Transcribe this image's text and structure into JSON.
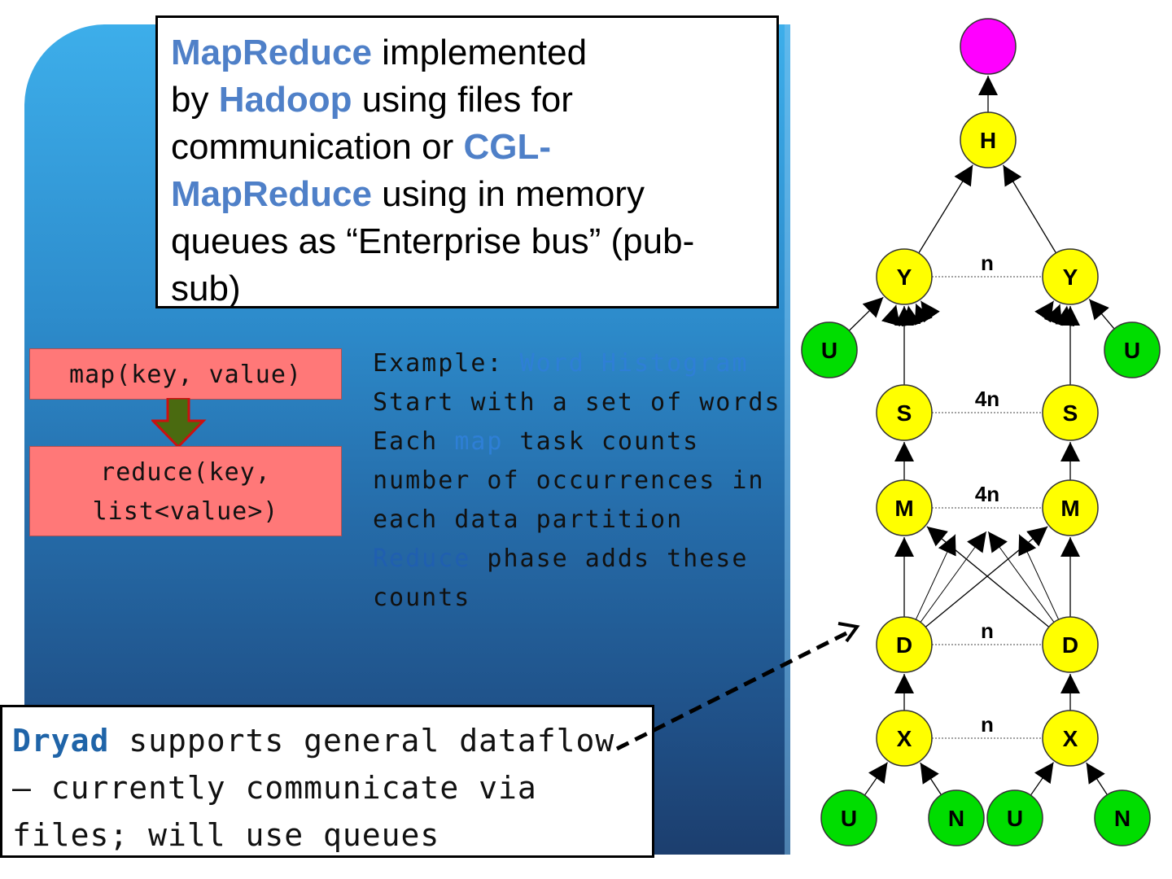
{
  "title_box": {
    "t1": "MapReduce",
    "t2": " implemented",
    "t3": "by ",
    "t4": "Hadoop",
    "t5": " using files for",
    "t6": "communication or ",
    "t7": "CGL-",
    "t8": "MapReduce",
    "t9": " using in memory",
    "t10": "queues as “Enterprise bus” (pub-",
    "t11": "sub)"
  },
  "functions": {
    "map": "map(key, value)",
    "reduce_line1": "reduce(key,",
    "reduce_line2": "list<value>)"
  },
  "example": {
    "l1a": "Example: ",
    "l1b": "Word Histogram",
    "l2": "Start with a set of words",
    "l3a": "Each ",
    "l3b": "map",
    "l3c": " task counts",
    "l4": "number of occurrences in",
    "l5": "each data partition",
    "l6a": "Reduce",
    "l6b": " phase adds these",
    "l7": "counts"
  },
  "dryad": {
    "kw": "Dryad",
    "l1": " supports general dataflow",
    "l2": "— currently communicate via",
    "l3": "files; will use queues"
  },
  "graph": {
    "colors": {
      "yellow": "#ffff00",
      "green": "#00dd00",
      "magenta": "#ff00ff"
    },
    "nodes": {
      "top": "",
      "h": "H",
      "y1": "Y",
      "y2": "Y",
      "u1": "U",
      "u2": "U",
      "s1": "S",
      "s2": "S",
      "m1": "M",
      "m2": "M",
      "d1": "D",
      "d2": "D",
      "x1": "X",
      "x2": "X",
      "u3": "U",
      "n1": "N",
      "u4": "U",
      "n2": "N"
    },
    "edge_labels": {
      "y": "n",
      "s": "4n",
      "m": "4n",
      "d": "n",
      "x": "n"
    }
  }
}
